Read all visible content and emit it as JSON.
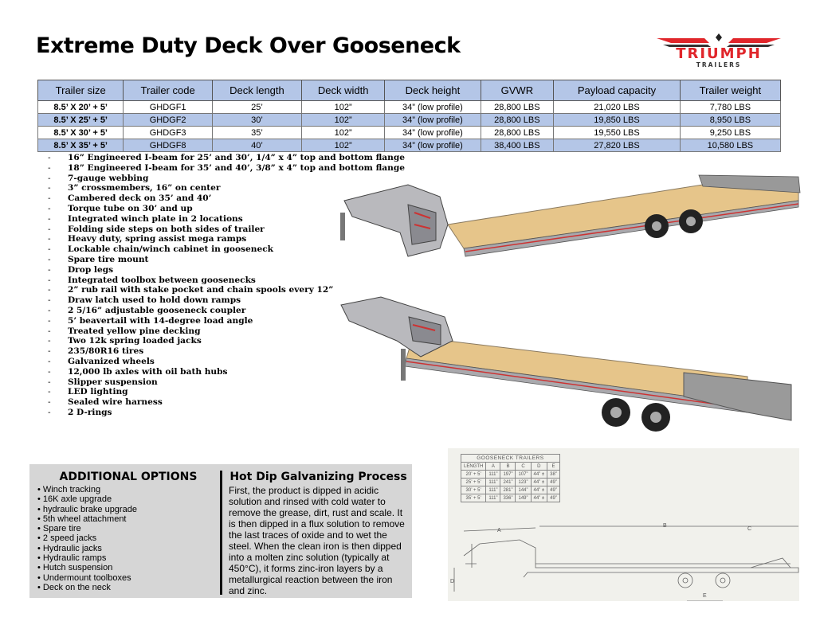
{
  "title": "Extreme Duty Deck Over Gooseneck",
  "logo": {
    "brand": "TRIUMPH",
    "sub": "TRAILERS",
    "red": "#e0262b"
  },
  "table": {
    "headers": [
      "Trailer size",
      "Trailer code",
      "Deck length",
      "Deck width",
      "Deck height",
      "GVWR",
      "Payload capacity",
      "Trailer weight"
    ],
    "rows": [
      [
        "8.5’ X 20’ + 5’",
        "GHDGF1",
        "25’",
        "102”",
        "34” (low profile)",
        "28,800 LBS",
        "21,020 LBS",
        "7,780 LBS"
      ],
      [
        "8.5’ X 25’ + 5’",
        "GHDGF2",
        "30’",
        "102”",
        "34” (low profile)",
        "28,800 LBS",
        "19,850 LBS",
        "8,950 LBS"
      ],
      [
        "8.5’ X 30’ + 5’",
        "GHDGF3",
        "35’",
        "102”",
        "34” (low profile)",
        "28,800 LBS",
        "19,550 LBS",
        "9,250 LBS"
      ],
      [
        "8.5’ X 35’ + 5’",
        "GHDGF8",
        "40’",
        "102”",
        "34” (low profile)",
        "38,400 LBS",
        "27,820 LBS",
        "10,580 LBS"
      ]
    ]
  },
  "features": [
    "16” Engineered I-beam for 25’ and 30’, 1/4” x 4” top and bottom flange",
    "18” Engineered I-beam for 35’ and 40’, 3/8” x 4” top and bottom flange",
    "7-gauge webbing",
    "3” crossmembers, 16” on center",
    "Cambered deck on 35’ and 40’",
    "Torque tube on 30’ and up",
    "Integrated winch plate in 2 locations",
    "Folding side steps on both sides of trailer",
    "Heavy duty, spring assist mega ramps",
    "Lockable chain/winch cabinet in gooseneck",
    "Spare tire mount",
    "Drop legs",
    "Integrated toolbox between goosenecks",
    "2” rub rail with stake pocket and chain spools every 12”",
    "Draw latch used to hold down ramps",
    "2 5/16” adjustable gooseneck coupler",
    "5’ beavertail with 14-degree load angle",
    "Treated yellow pine decking",
    "Two 12k spring loaded jacks",
    "235/80R16 tires",
    "Galvanized wheels",
    "12,000 lb axles with oil bath hubs",
    "Slipper suspension",
    "LED lighting",
    "Sealed wire harness",
    "2 D-rings"
  ],
  "options": {
    "title": "ADDITIONAL OPTIONS",
    "items": [
      "Winch tracking",
      "16K axle upgrade",
      "hydraulic brake upgrade",
      "5th wheel attachment",
      "Spare tire",
      "2 speed jacks",
      "Hydraulic jacks",
      "Hydraulic ramps",
      "Hutch suspension",
      "Undermount toolboxes",
      "Deck on the neck"
    ]
  },
  "galvanizing": {
    "title": "Hot Dip Galvanizing Process",
    "text": "First, the product is dipped in acidic solution and rinsed with cold water to remove the grease, dirt, rust and scale. It is then dipped in a flux solution to remove the last traces of oxide and to wet the steel. When the clean iron is then dipped into a molten zinc solution (typically at 450°C), it forms zinc-iron layers by a metallurgical reaction between the iron and zinc."
  },
  "diagram": {
    "caption": "GOOSENECK TRAILERS",
    "headers": [
      "LENGTH",
      "A",
      "B",
      "C",
      "D",
      "E"
    ],
    "rows": [
      [
        "20’ + 5’",
        "111”",
        "197”",
        "107”",
        "44” ±",
        "38”"
      ],
      [
        "25’ + 5’",
        "111”",
        "241”",
        "123”",
        "44” ±",
        "49”"
      ],
      [
        "30’ + 5’",
        "111”",
        "281”",
        "144”",
        "44” ±",
        "49”"
      ],
      [
        "35’ + 5’",
        "111”",
        "336”",
        "149”",
        "44” ±",
        "49”"
      ]
    ],
    "labels": [
      "A",
      "B",
      "C",
      "D",
      "E"
    ]
  }
}
